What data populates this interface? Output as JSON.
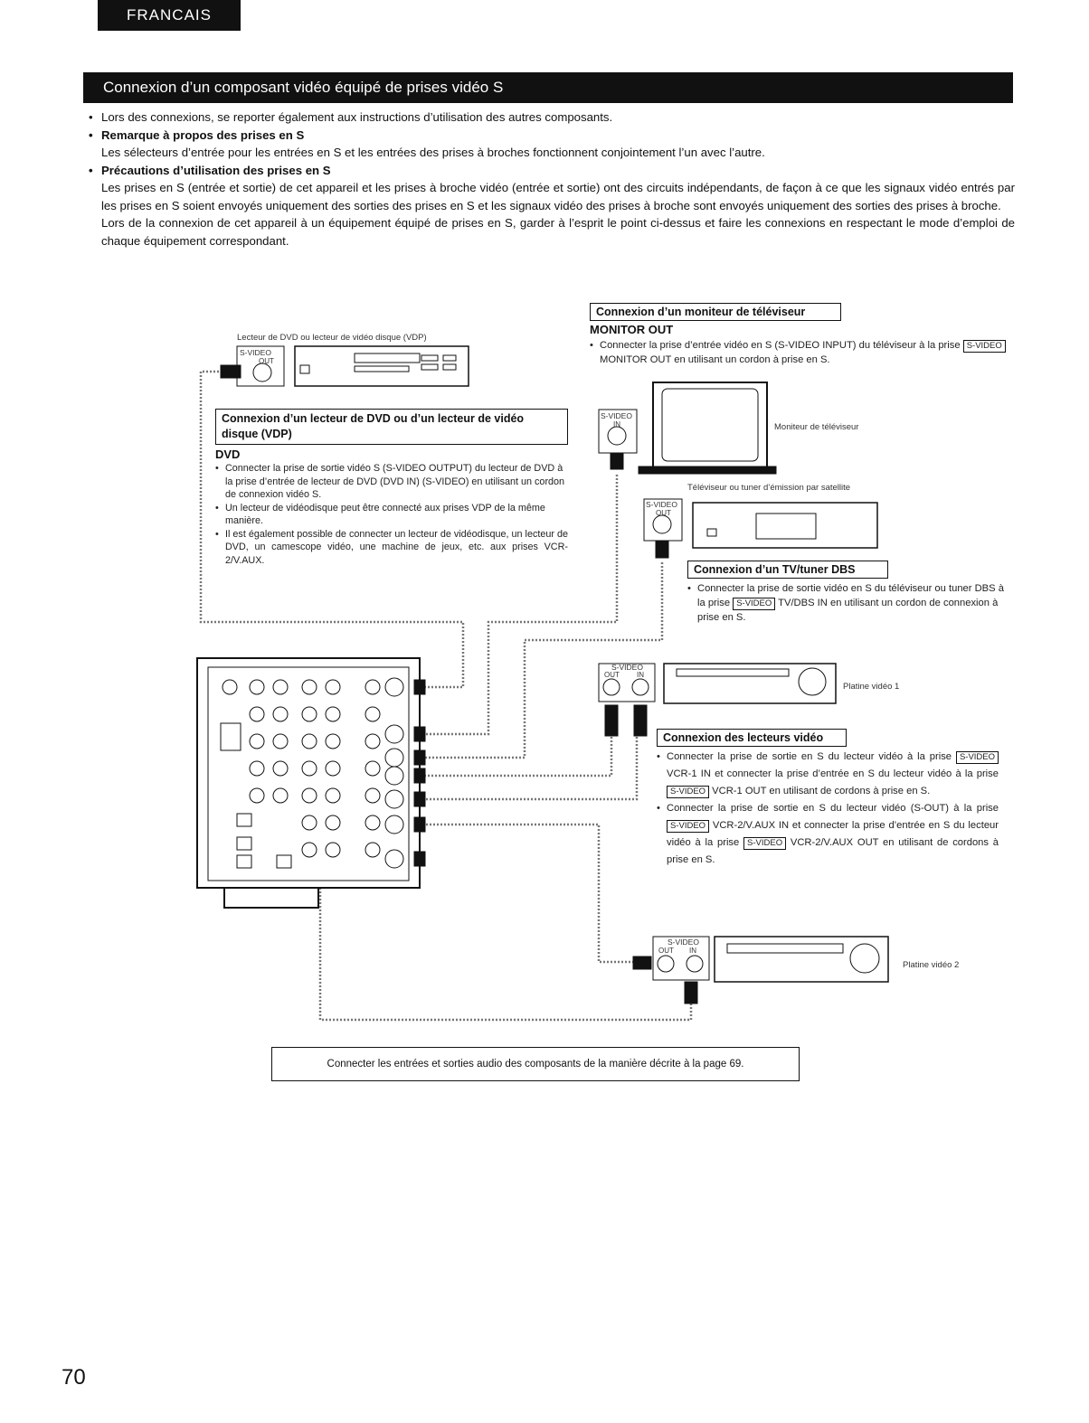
{
  "header": {
    "language_tab": "FRANCAIS",
    "section_title": "Connexion d’un composant vidéo équipé de prises vidéo S"
  },
  "intro": {
    "bullet1": "Lors des connexions, se reporter également aux instructions d’utilisation des autres composants.",
    "note_title": "Remarque à propos des prises en S",
    "note_text": "Les sélecteurs d’entrée pour les entrées en S et les entrées des prises à broches fonctionnent conjointement l’un avec l’autre.",
    "precautions_title": "Précautions d’utilisation des prises en S",
    "precautions_p1": "Les prises en S (entrée et sortie) de cet appareil et les prises à broche vidéo (entrée et sortie) ont des circuits indépendants, de façon à ce que les signaux vidéo entrés par les prises en S soient envoyés uniquement des sorties des prises en S et les signaux vidéo des prises à broche sont envoyés uniquement des sorties des prises à broche.",
    "precautions_p2": "Lors de la connexion de cet appareil à un équipement équipé de prises en S, garder à l’esprit le point ci-dessus et faire les connexions en respectant le mode d’emploi de chaque équipement correspondant."
  },
  "dvd": {
    "device_caption": "Lecteur de DVD ou lecteur de vidéo disque (VDP)",
    "box_title": "Connexion d’un lecteur de DVD ou d’un lecteur de vidéo disque (VDP)",
    "subhead": "DVD",
    "bullet1": "Connecter la prise de sortie vidéo S (S-VIDEO OUTPUT) du lecteur de DVD à la prise d’entrée de lecteur de DVD (DVD IN) (S-VIDEO) en utilisant un cordon de connexion vidéo S.",
    "bullet2": "Un lecteur de vidéodisque peut être connecté aux prises VDP de la même manière.",
    "bullet3": "Il est également possible de connecter un lecteur de vidéodisque, un lecteur de DVD, un camescope vidéo, une machine de jeux, etc. aux prises VCR-2/V.AUX."
  },
  "monitor": {
    "box_title": "Connexion d’un moniteur de téléviseur",
    "subhead": "MONITOR OUT",
    "text_a": "Connecter la prise d’entrée vidéo en S (S-VIDEO INPUT) du téléviseur à la prise",
    "tag": "S-VIDEO",
    "text_b": "MONITOR OUT en utilisant un cordon à prise en S.",
    "device_caption": "Moniteur de téléviseur"
  },
  "dbs": {
    "device_caption": "Téléviseur ou tuner d’émission par satellite",
    "box_title": "Connexion d’un TV/tuner DBS",
    "text_a": "Connecter la prise de sortie vidéo en S du téléviseur ou tuner DBS à la prise",
    "tag": "S-VIDEO",
    "text_b": "TV/DBS IN en utilisant un cordon de connexion à prise en S."
  },
  "vcr": {
    "box_title": "Connexion des lecteurs vidéo",
    "b1_a": "Connecter la prise de sortie en S du lecteur vidéo à la prise",
    "b1_b": "VCR-1 IN et connecter la prise d’entrée en S du lecteur vidéo à la prise",
    "b1_c": "VCR-1 OUT en utilisant de cordons à prise en S.",
    "b2_a": "Connecter la prise de sortie en S du lecteur vidéo (S-OUT) à la prise",
    "b2_b": "VCR-2/V.AUX IN et connecter la prise d’entrée en S du lecteur vidéo à la prise",
    "b2_c": "VCR-2/V.AUX OUT en utilisant de cordons à prise en S.",
    "tag": "S-VIDEO",
    "deck1_caption": "Platine vidéo 1",
    "deck2_caption": "Platine vidéo 2"
  },
  "jack_labels": {
    "svideo": "S-VIDEO",
    "out": "OUT",
    "in": "IN"
  },
  "footnote": "Connecter les entrées et sorties audio des composants de la manière décrite à la page 69.",
  "page_number": "70"
}
